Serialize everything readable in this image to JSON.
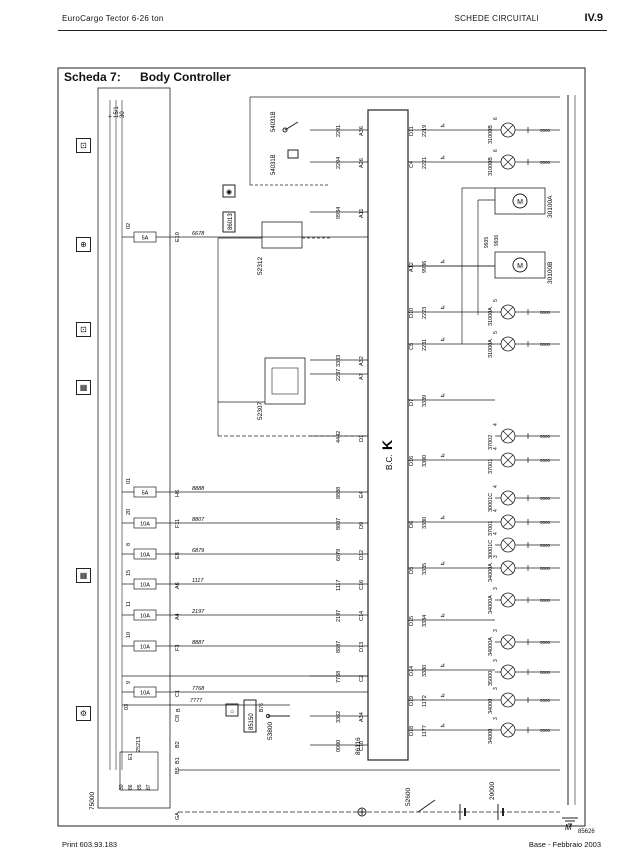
{
  "header": {
    "left": "EuroCargo Tector 6-26 ton",
    "right": "SCHEDE CIRCUITALI",
    "page": "IV.9"
  },
  "title": {
    "label": "Scheda 7:",
    "name": "Body Controller"
  },
  "footer": {
    "left": "Print 603.93.183",
    "right": "Base - Febbraio 2003"
  },
  "figure_no": "85626",
  "fuse_box": {
    "id": "75000",
    "top_labels": [
      "+",
      "15/1",
      "30"
    ],
    "fuses": [
      {
        "pos": "02",
        "rating": "5A",
        "wire": "6678",
        "pin": "E10"
      },
      {
        "pos": "01",
        "rating": "5A",
        "wire": "8888",
        "pin": "H6"
      },
      {
        "pos": "20",
        "rating": "10A",
        "wire": "8807",
        "pin": "F11"
      },
      {
        "pos": "8",
        "rating": "10A",
        "wire": "6879",
        "pin": "E8"
      },
      {
        "pos": "15",
        "rating": "10A",
        "wire": "1117",
        "pin": "A6"
      },
      {
        "pos": "11",
        "rating": "10A",
        "wire": "2197",
        "pin": "A4"
      },
      {
        "pos": "10",
        "rating": "10A",
        "wire": "8887",
        "pin": "F3"
      },
      {
        "pos": "9",
        "rating": "10A",
        "wire": "7768",
        "pin": "C1"
      },
      {
        "pos": "03",
        "rating": "10A",
        "wire": "7777",
        "pin": "B"
      }
    ],
    "lower_pins": [
      "C8",
      "B2",
      "B1",
      "B5",
      "30",
      "86",
      "85",
      "87"
    ],
    "relay": {
      "id": "25213",
      "label": "E1"
    },
    "ground_pin": "GA",
    "ground_wire": "0000"
  },
  "body_controller": {
    "label": "B.C.",
    "symbol": "K",
    "id": "86116",
    "left_pins": [
      {
        "pin": "A36",
        "wire": "2201"
      },
      {
        "pin": "A26",
        "wire": "2204"
      },
      {
        "pin": "A11",
        "wire": "9934"
      },
      {
        "pin": "A32",
        "wire": "3333"
      },
      {
        "pin": "A7",
        "wire": "2237"
      },
      {
        "pin": "D1",
        "wire": "4442"
      },
      {
        "pin": "E4",
        "wire": "8888"
      },
      {
        "pin": "D9",
        "wire": "8807"
      },
      {
        "pin": "D12",
        "wire": "6879"
      },
      {
        "pin": "C16",
        "wire": "1117"
      },
      {
        "pin": "C14",
        "wire": "2197"
      },
      {
        "pin": "D13",
        "wire": "8887"
      },
      {
        "pin": "C2",
        "wire": "7768"
      },
      {
        "pin": "A34",
        "wire": "3362"
      },
      {
        "pin": "C10",
        "wire": "0000"
      }
    ],
    "right_pins": [
      {
        "pin": "D11",
        "wire": "2219"
      },
      {
        "pin": "C4",
        "wire": "2221"
      },
      {
        "pin": "A12",
        "wire": "9936"
      },
      {
        "pin": "D10",
        "wire": "2223"
      },
      {
        "pin": "C5",
        "wire": "2231"
      },
      {
        "pin": "D7",
        "wire": "3339"
      },
      {
        "pin": "D16",
        "wire": "3390"
      },
      {
        "pin": "D6",
        "wire": "3380"
      },
      {
        "pin": "D5",
        "wire": "3335"
      },
      {
        "pin": "D15",
        "wire": "3334"
      },
      {
        "pin": "D14",
        "wire": "3330"
      },
      {
        "pin": "D19",
        "wire": "1172"
      },
      {
        "pin": "D18",
        "wire": "1177"
      }
    ]
  },
  "components": {
    "switch_top": "54031B",
    "relay_mid": "52312",
    "relay_low": "52307",
    "indicator": "86013",
    "key_switch": "53800",
    "key_switch_wire": "B76",
    "key_module": "85150",
    "battery_switch": "52600",
    "battery": "20000",
    "motor_a": "30100A",
    "motor_b": "30100B",
    "wire_9935": "9935",
    "wire_9936": "9936"
  },
  "lamps": [
    {
      "id": "31000B",
      "pin": "6"
    },
    {
      "id": "31000B",
      "pin": "6"
    },
    {
      "id": "31000A",
      "pin": "5"
    },
    {
      "id": "31000A",
      "pin": "5"
    },
    {
      "id": "37002",
      "pin": "4"
    },
    {
      "id": "37001",
      "pin": "4"
    },
    {
      "id": "30001C",
      "pin": "4"
    },
    {
      "id": "37001",
      "pin": "4"
    },
    {
      "id": "30001C",
      "pin": "4"
    },
    {
      "id": "34000A",
      "pin": "3"
    },
    {
      "id": "34000A",
      "pin": "3"
    },
    {
      "id": "34000A",
      "pin": "3"
    },
    {
      "id": "35000",
      "pin": "3"
    },
    {
      "id": "34000",
      "pin": "3"
    },
    {
      "id": "34000",
      "pin": "3"
    }
  ],
  "bus_label": "0000",
  "ground_label": "M"
}
